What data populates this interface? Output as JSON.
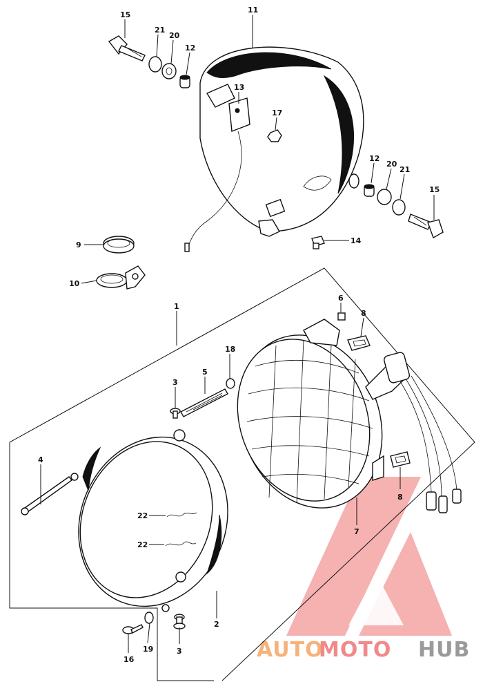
{
  "diagram": {
    "callouts": [
      {
        "id": "c15a",
        "text": "15"
      },
      {
        "id": "c21a",
        "text": "21"
      },
      {
        "id": "c20a",
        "text": "20"
      },
      {
        "id": "c12a",
        "text": "12"
      },
      {
        "id": "c11",
        "text": "11"
      },
      {
        "id": "c13",
        "text": "13"
      },
      {
        "id": "c17",
        "text": "17"
      },
      {
        "id": "c12b",
        "text": "12"
      },
      {
        "id": "c20b",
        "text": "20"
      },
      {
        "id": "c21b",
        "text": "21"
      },
      {
        "id": "c15b",
        "text": "15"
      },
      {
        "id": "c14",
        "text": "14"
      },
      {
        "id": "c9",
        "text": "9"
      },
      {
        "id": "c10",
        "text": "10"
      },
      {
        "id": "c1",
        "text": "1"
      },
      {
        "id": "c6",
        "text": "6"
      },
      {
        "id": "c8a",
        "text": "8"
      },
      {
        "id": "c18",
        "text": "18"
      },
      {
        "id": "c3a",
        "text": "3"
      },
      {
        "id": "c5",
        "text": "5"
      },
      {
        "id": "c4",
        "text": "4"
      },
      {
        "id": "c22a",
        "text": "22"
      },
      {
        "id": "c22b",
        "text": "22"
      },
      {
        "id": "c8b",
        "text": "8"
      },
      {
        "id": "c7",
        "text": "7"
      },
      {
        "id": "c2",
        "text": "2"
      },
      {
        "id": "c16",
        "text": "16"
      },
      {
        "id": "c19",
        "text": "19"
      },
      {
        "id": "c3b",
        "text": "3"
      }
    ]
  },
  "watermark": {
    "part1": "AUTO",
    "part2": "MOTO",
    "part3": "HUB",
    "colors": {
      "orange": "#f7b27a",
      "red": "#f08a8a",
      "gray": "#9a9a9a"
    }
  }
}
